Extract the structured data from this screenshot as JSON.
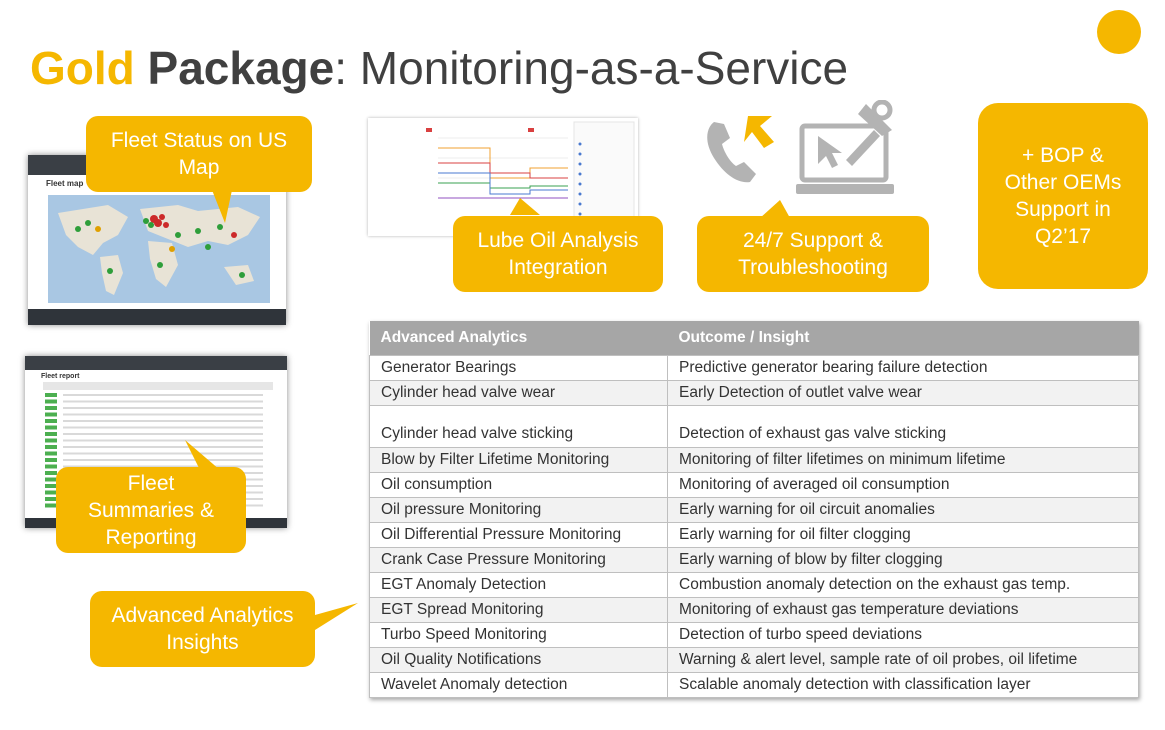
{
  "title": {
    "gold": "Gold",
    "package": "Package",
    "rest": ": Monitoring-as-a-Service"
  },
  "callouts": {
    "fleet_status": [
      "Fleet Status on US",
      "Map"
    ],
    "lube_oil": [
      "Lube Oil Analysis",
      "Integration"
    ],
    "support": [
      "24/7 Support &",
      "Troubleshooting"
    ],
    "bop": [
      "+ BOP &",
      "Other OEMs",
      "Support in",
      "Q2’17"
    ],
    "fleet_summaries": [
      "Fleet",
      "Summaries &",
      "Reporting"
    ],
    "analytics_insights": [
      "Advanced Analytics",
      "Insights"
    ]
  },
  "screenshots": {
    "map_title": "Fleet map",
    "report_title": "Fleet report"
  },
  "table": {
    "headers": [
      "Advanced  Analytics",
      "Outcome / Insight"
    ],
    "rows": [
      [
        "Generator  Bearings",
        "Predictive generator bearing failure detection"
      ],
      [
        "Cylinder  head  valve  wear",
        "Early Detection  of outlet  valve  wear"
      ],
      [
        "Cylinder  head  valve  sticking",
        "Detection  of exhaust  gas valve  sticking"
      ],
      [
        "Blow by Filter  Lifetime  Monitoring",
        "Monitoring  of filter  lifetimes  on minimum  lifetime"
      ],
      [
        "Oil consumption",
        "Monitoring  of averaged  oil consumption"
      ],
      [
        "Oil pressure  Monitoring",
        "Early warning  for oil circuit anomalies"
      ],
      [
        "Oil Differential  Pressure  Monitoring",
        "Early warning  for oil filter clogging"
      ],
      [
        "Crank  Case Pressure  Monitoring",
        "Early warning  of blow by filter clogging"
      ],
      [
        "EGT Anomaly  Detection",
        "Combustion  anomaly  detection  on the exhaust  gas temp."
      ],
      [
        "EGT Spread Monitoring",
        "Monitoring  of exhaust  gas temperature  deviations"
      ],
      [
        "Turbo  Speed Monitoring",
        "Detection  of turbo speed deviations"
      ],
      [
        "Oil Quality  Notifications",
        "Warning  & alert level,  sample rate of oil probes,  oil lifetime"
      ],
      [
        "Wavelet  Anomaly  detection",
        "Scalable  anomaly  detection  with classification  layer"
      ]
    ]
  },
  "colors": {
    "accent": "#f5b700",
    "header_gray": "#a6a6a6",
    "icon_gray": "#b3b3b3"
  }
}
